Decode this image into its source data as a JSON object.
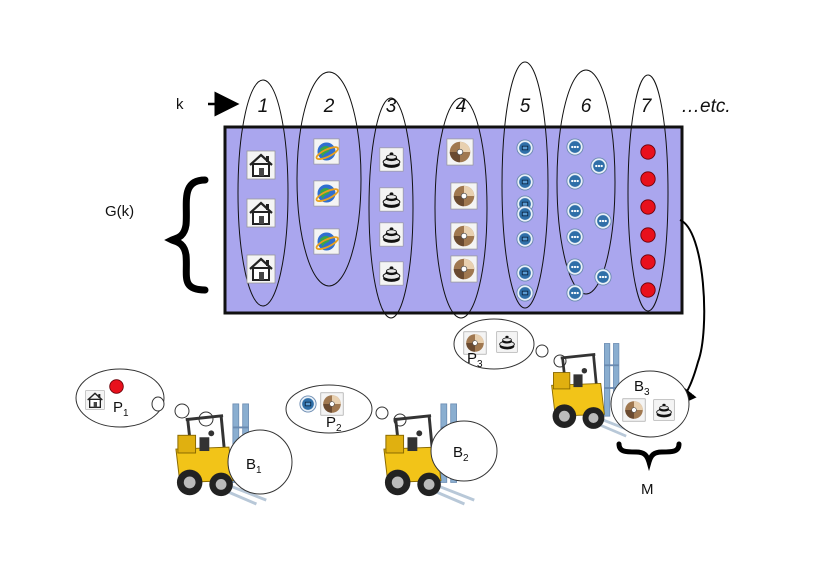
{
  "k_label": "k",
  "g_label": "G(k)",
  "columns": [
    "1",
    "2",
    "3",
    "4",
    "5",
    "6",
    "7"
  ],
  "etc_label": "…etc.",
  "m_label": "M",
  "icons": {
    "col1": "house-icon",
    "col2": "globe-icon",
    "col3": "stacked-discs-icon",
    "col4": "cd-disc-icon",
    "col5": "blue-chip-icon",
    "col6": "blue-dots-icon",
    "col7": "red-dot-icon",
    "vehicle": "forklift-icon"
  },
  "bins": [
    {
      "base": "B",
      "sub": "1"
    },
    {
      "base": "B",
      "sub": "2"
    },
    {
      "base": "B",
      "sub": "3"
    }
  ],
  "plans": [
    {
      "base": "P",
      "sub": "1"
    },
    {
      "base": "P",
      "sub": "2"
    },
    {
      "base": "P",
      "sub": "3"
    }
  ],
  "colors": {
    "board": "#aaa6ee",
    "board_border": "#111111",
    "red_dot": "#e8101c",
    "chip_blue": "#2f6fa8",
    "forklift_yellow": "#f2c418",
    "mast_blue": "#8aaed0"
  }
}
